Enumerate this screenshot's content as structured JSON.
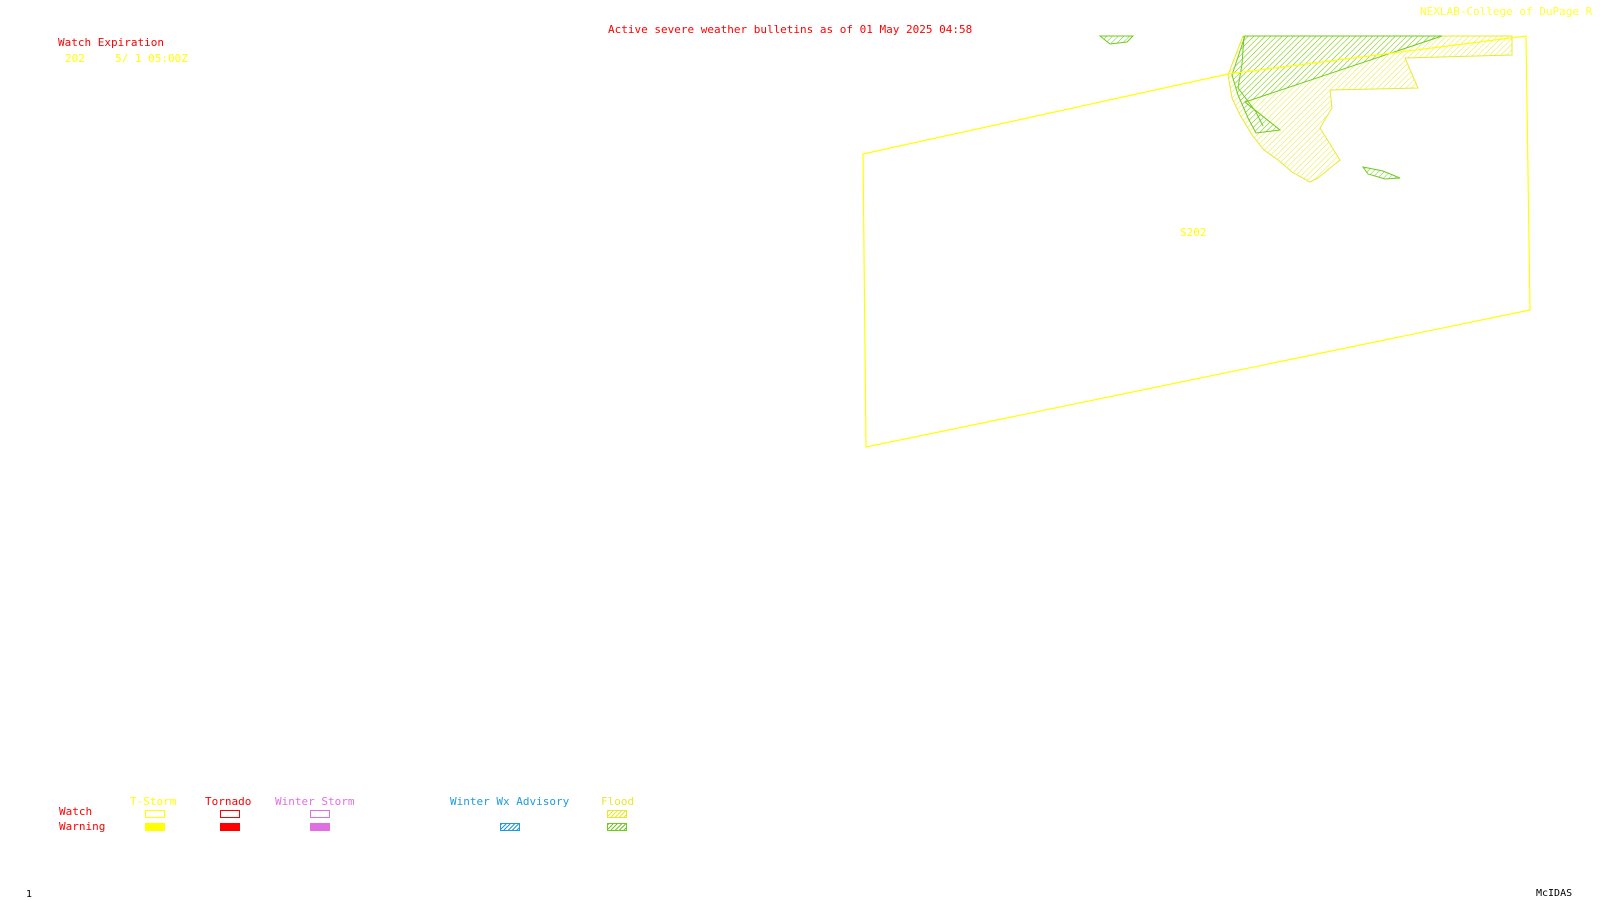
{
  "header": {
    "title": "Active severe weather bulletins as of 01 May 2025 04:58",
    "credit": "NEXLAB-College of DuPage R"
  },
  "watch_list": {
    "heading": "Watch Expiration",
    "rows": [
      {
        "number": "202",
        "expiration": "5/ 1 05:00Z"
      }
    ]
  },
  "map": {
    "watch_label": "S202",
    "colors": {
      "tstorm": "#ffff00",
      "tornado": "#ff0000",
      "winter_storm": "#e070e0",
      "winter_adv": "#1e9be0",
      "flood_watch": "#e8e832",
      "flood_warning": "#6ecb1e"
    }
  },
  "legend": {
    "row_watch": "Watch",
    "row_warning": "Warning",
    "categories": [
      {
        "label": "T-Storm",
        "color": "#ffff00",
        "watch": "outline",
        "warning": "solid"
      },
      {
        "label": "Tornado",
        "color": "#ff0000",
        "watch": "outline",
        "warning": "solid"
      },
      {
        "label": "Winter Storm",
        "color": "#e070e0",
        "watch": "outline",
        "warning": "solid"
      },
      {
        "label": "Winter Wx Advisory",
        "color": "#1e9be0",
        "watch": "none",
        "warning": "hatched"
      },
      {
        "label": "Flood",
        "color": "#e8e832",
        "warning_color": "#6ecb1e",
        "watch": "hatched",
        "warning": "hatched"
      }
    ]
  },
  "footer": {
    "frame": "1",
    "product": "McIDAS"
  }
}
